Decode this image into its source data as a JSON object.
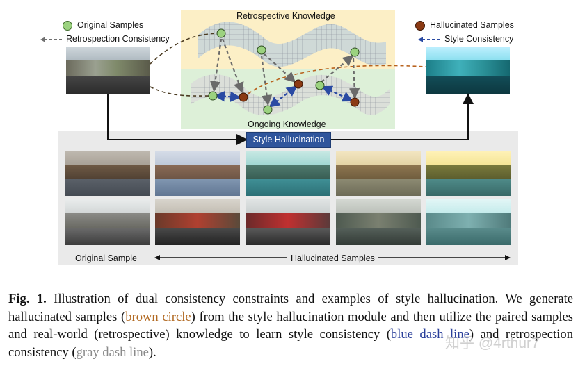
{
  "figure": {
    "legend_left": {
      "original_samples": "Original Samples",
      "retrospection_consistency": "Retrospection Consistency"
    },
    "legend_right": {
      "hallucinated_samples": "Hallucinated Samples",
      "style_consistency": "Style Consistency"
    },
    "panel_top_label": "Retrospective Knowledge",
    "panel_bottom_label": "Ongoing Knowledge",
    "style_hallucination_label": "Style Hallucination",
    "bottom_labels": {
      "original": "Original Sample",
      "hallucinated": "Hallucinated Samples"
    },
    "colors": {
      "original_dot": "#9bd27f",
      "hallucinated_dot": "#8b3a14",
      "style_arrow": "#2a4aa3",
      "retro_arrow": "#707070",
      "box": "#2f559c"
    }
  },
  "caption": {
    "label": "Fig. 1.",
    "seg1": " Illustration of dual consistency constraints and examples of style hallucination. We generate hallucinated samples (",
    "brown_text": "brown circle",
    "seg2": ") from the style hallucination module and then utilize the paired samples and real-world (retrospective) knowledge to learn style consistency (",
    "blue_text": "blue dash line",
    "seg3": ") and retrospection consistency (",
    "gray_text": "gray dash line",
    "seg4": ")."
  },
  "watermark": "知乎 @4rthur7"
}
